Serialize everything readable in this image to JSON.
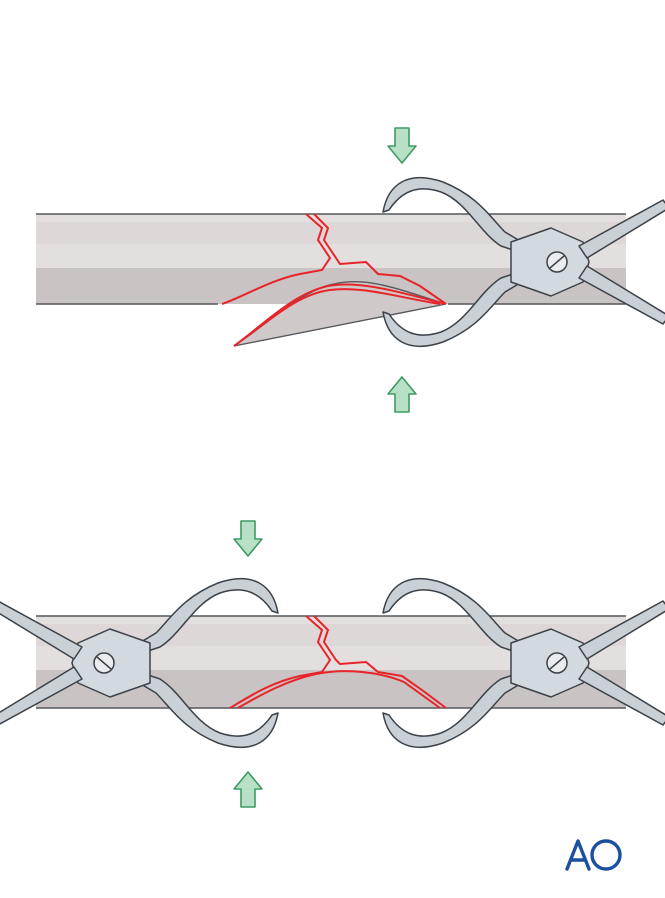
{
  "logo": {
    "text": "AO",
    "color": "#1b4fa0"
  },
  "colors": {
    "bone_light": "#e4dfdf",
    "bone_mid": "#d6d0d0",
    "bone_dark": "#c3bdbd",
    "fracture_line": "#e8242a",
    "arrow_fill": "#b8e0c6",
    "arrow_stroke": "#3e9b63",
    "instrument_fill": "#c9d1d7",
    "instrument_stroke": "#3c4248"
  },
  "panels": [
    {
      "name": "fracture-with-displaced-fragment",
      "clamps": 1,
      "compression_arrows": 2
    },
    {
      "name": "fracture-reduced-with-two-clamps",
      "clamps": 2,
      "compression_arrows": 2
    }
  ]
}
